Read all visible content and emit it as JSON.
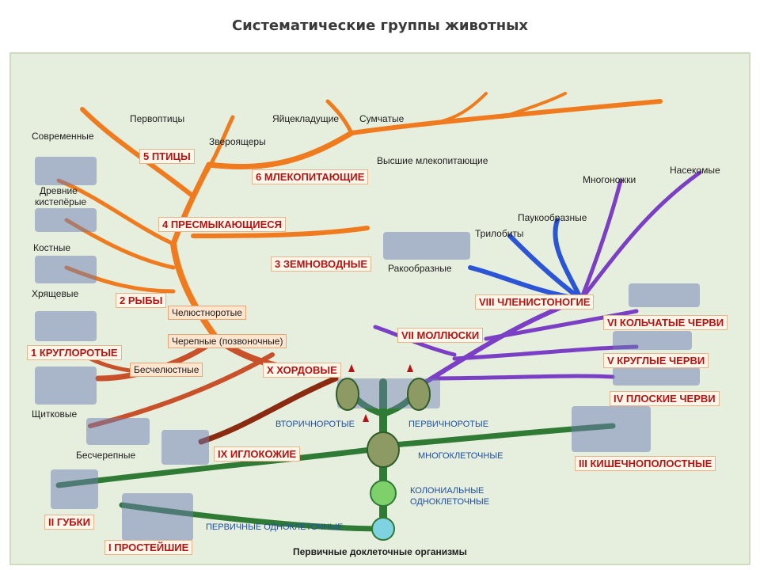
{
  "title": "Систематические группы животных",
  "footer": "Первичные доклеточные организмы",
  "tags": {
    "birds": "5 ПТИЦЫ",
    "mammals": "6 МЛЕКОПИТАЮЩИЕ",
    "reptiles": "4 ПРЕСМЫКАЮЩИЕСЯ",
    "amphibians": "3 ЗЕМНОВОДНЫЕ",
    "fish": "2 РЫБЫ",
    "cyclostomes": "1 КРУГЛОРОТЫЕ",
    "chordates": "X ХОРДОВЫЕ",
    "echinoderms": "IX ИГЛОКОЖИЕ",
    "arthropods": "VIII ЧЛЕНИСТОНОГИЕ",
    "molluscs": "VII МОЛЛЮСКИ",
    "annelids": "VI КОЛЬЧАТЫЕ ЧЕРВИ",
    "roundworms": "V КРУГЛЫЕ ЧЕРВИ",
    "flatworms": "IV ПЛОСКИЕ ЧЕРВИ",
    "coelenterates": "III КИШЕЧНОПОЛОСТНЫЕ",
    "sponges": "II ГУБКИ",
    "protozoa": "I ПРОСТЕЙШИЕ"
  },
  "subtags": {
    "jawed": "Челюстноротые",
    "craniates": "Черепные (позвоночные)",
    "jawless": "Бесчелюстные"
  },
  "labels": {
    "modern": "Современные",
    "firstbirds": "Первоптицы",
    "dinosaurs": "Звероящеры",
    "monotremes": "Яйцекладущие",
    "marsupials": "Сумчатые",
    "higher_mammals": "Высшие млекопитающие",
    "ancient_lobefin_1": "Древние",
    "ancient_lobefin_2": "кистепёрые",
    "bony": "Костные",
    "cartilaginous": "Хрящевые",
    "armored": "Щитковые",
    "acrania": "Бесчерепные",
    "millipedes": "Многоножки",
    "insects": "Насекомые",
    "arachnids": "Паукообразные",
    "trilobites": "Трилобиты",
    "crustaceans": "Ракообразные"
  },
  "blue": {
    "deuterostomes": "ВТОРИЧНОРОТЫЕ",
    "protostomes": "ПЕРВИЧНОРОТЫЕ",
    "multicellular": "МНОГОКЛЕТОЧНЫЕ",
    "colonial_1": "КОЛОНИАЛЬНЫЕ",
    "colonial_2": "ОДНОКЛЕТОЧНЫЕ",
    "unicellular": "ПЕРВИЧНЫЕ ОДНОКЛЕТОЧНЫЕ"
  },
  "colors": {
    "vertebrate_branch": "#f07a1e",
    "chordate_branch": "#c8502a",
    "dark_branch": "#8a2a10",
    "arthropod_branch": "#2b55d6",
    "worm_branch": "#7a3fc4",
    "green_trunk": "#2f7a34",
    "tag_red": "#b31515",
    "panel": "#e6eedd"
  }
}
